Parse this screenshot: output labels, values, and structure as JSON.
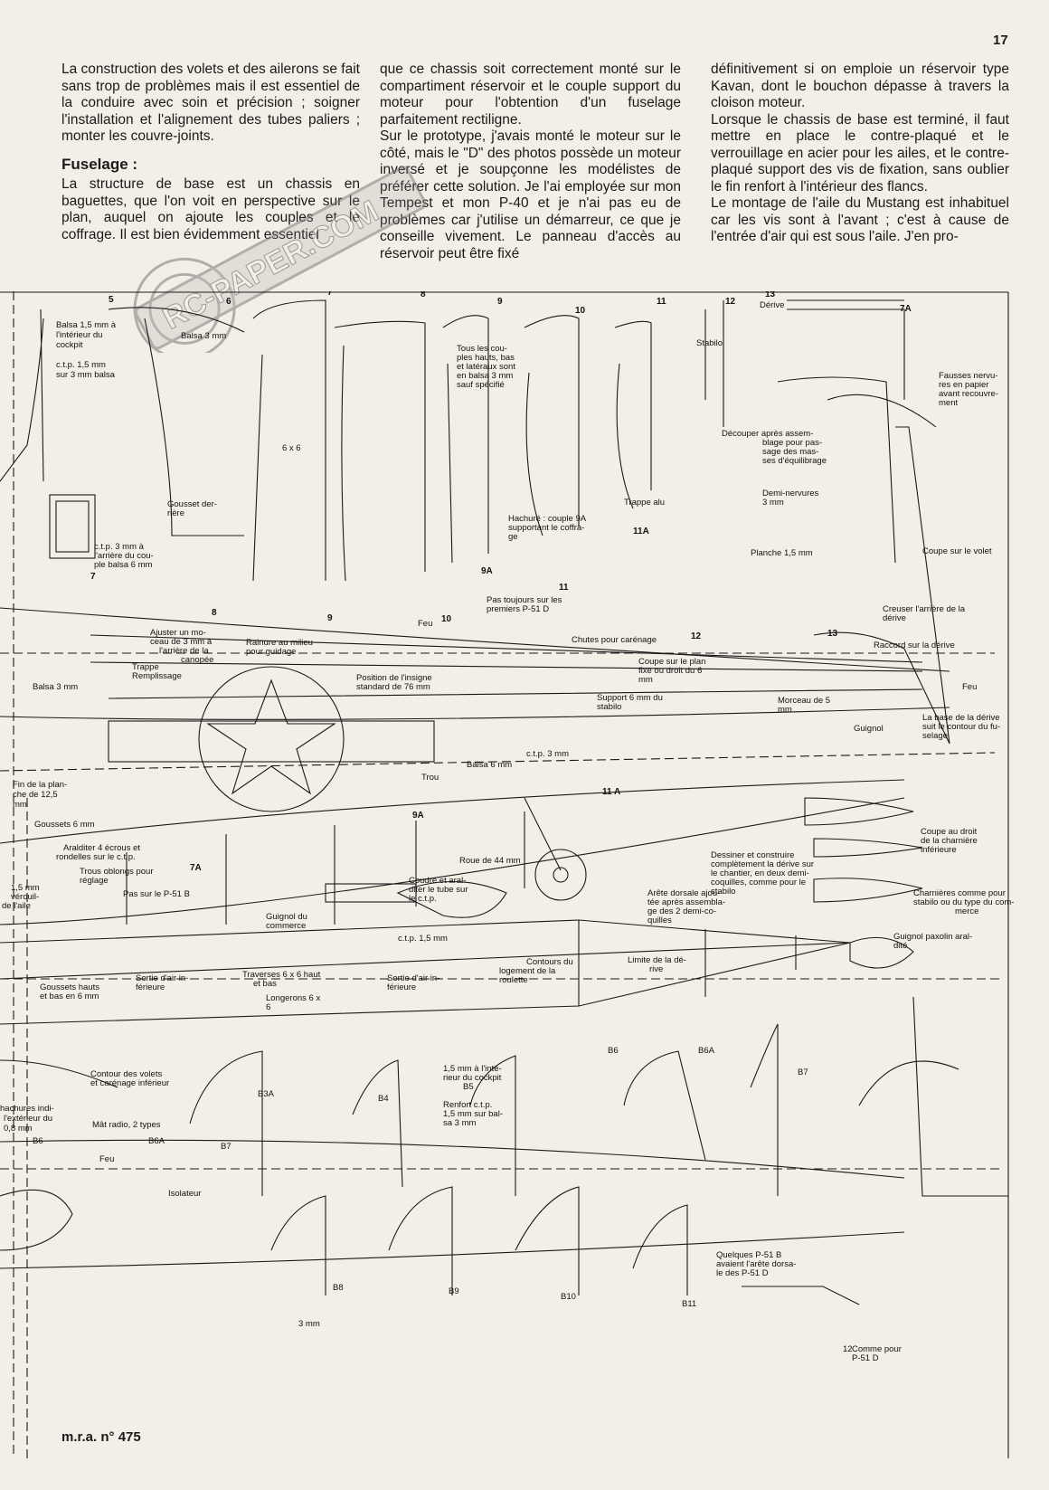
{
  "page_number": "17",
  "footer": "m.r.a. n° 475",
  "watermark": "RC-PAPER.COM",
  "columns": {
    "col1_p1": "La construction des volets et des ailerons se fait sans trop de problèmes mais il est essentiel de la conduire avec soin et précision ; soigner l'installation et l'alignement des tubes paliers ; monter les couvre-joints.",
    "col1_heading": "Fuselage :",
    "col1_p2": "La structure de base est un chassis en baguettes, que l'on voit en perspective sur le plan, auquel on ajoute les couples et le coffrage. Il est bien évidemment essentiel",
    "col2_p1": "que ce chassis soit correctement monté sur le compartiment réservoir et le couple support du moteur pour l'obtention d'un fuselage parfaitement rectiligne.",
    "col2_p2": "Sur le prototype, j'avais monté le moteur sur le côté, mais le \"D\" des photos possède un moteur inversé et je soupçonne les modélistes de préférer cette solution. Je l'ai employée sur mon Tempest et mon P-40 et je n'ai pas eu de problèmes car j'utilise un démarreur, ce que je conseille vivement. Le panneau d'accès au réservoir peut être fixé",
    "col3_p1": "définitivement si on emploie un réservoir type Kavan, dont le bouchon dépasse à travers la cloison moteur.",
    "col3_p2": "Lorsque le chassis de base est terminé, il faut mettre en place le contre-plaqué et le verrouillage en acier pour les ailes, et le contre-plaqué support des vis de fixation, sans oublier le fin renfort à l'intérieur des flancs.",
    "col3_p3": "Le montage de l'aile du Mustang est inhabituel car les vis sont à l'avant ; c'est à cause de l'entrée d'air qui est sous l'aile. J'en pro-"
  },
  "plan": {
    "former_numbers": [
      "5",
      "6",
      "7",
      "8",
      "9",
      "10",
      "11",
      "12",
      "13",
      "7A",
      "9A",
      "11A",
      "13",
      "10",
      "11",
      "12",
      "8",
      "9",
      "7",
      "7A",
      "9A",
      "11 A"
    ],
    "labels": {
      "balsa_cockpit": [
        "Balsa 1,5 mm à",
        "l'intérieur du",
        "cockpit"
      ],
      "ctp_balsa": [
        "c.t.p. 1,5 mm",
        "sur 3 mm balsa"
      ],
      "balsa3": "Balsa 3 mm",
      "tous_couples": [
        "Tous les cou-",
        "ples hauts, bas",
        "et latéraux sont",
        "en balsa 3 mm",
        "sauf spécifié"
      ],
      "derive": "Dérive",
      "stabilo": "Stabilo",
      "fausses": [
        "Fausses nervu-",
        "res en papier",
        "avant recouvre-",
        "ment"
      ],
      "decouper": [
        "Découper après assem-",
        "blage pour pas-",
        "sage des mas-",
        "ses d'équilibrage"
      ],
      "sixbysix": "6 x 6",
      "gousset": [
        "Gousset der-",
        "rière"
      ],
      "trappe_alu": "Trappe alu",
      "hachure": [
        "Hachuré : couple 9A",
        "supportant le coffra-",
        "ge"
      ],
      "demi_nervures": [
        "Demi-nervures",
        "3 mm"
      ],
      "planche": "Planche 1,5 mm",
      "coupe_volet": "Coupe sur le volet",
      "ctp3": [
        "c.t.p. 3 mm à",
        "l'arrière du cou-",
        "ple balsa 6 mm"
      ],
      "pas_toujours": [
        "Pas toujours sur les",
        "premiers P-51 D"
      ],
      "creuser": [
        "Creuser l'arrière de la",
        "dérive"
      ],
      "feu": "Feu",
      "chutes": "Chutes pour carénage",
      "raccord": "Raccord sur la dérive",
      "ajuster": [
        "Ajuster un mo-",
        "ceau de 3 mm à",
        "l'arrière de la",
        "canopée"
      ],
      "rainure": [
        "Rainure au milieu",
        "pour guidage"
      ],
      "trappe_remp": [
        "Trappe",
        "Remplissage"
      ],
      "coupe_plan": [
        "Coupe sur le plan",
        "fixe ou droit du 6",
        "mm"
      ],
      "position_insigne": [
        "Position de l'insigne",
        "standard de 76 mm"
      ],
      "support": [
        "Support 6 mm du",
        "stabilo"
      ],
      "morceau": [
        "Morceau de 5",
        "mm"
      ],
      "base_derive": [
        "La base de la dérive",
        "suit le contour du fu-",
        "selage"
      ],
      "guignol": "Guignol",
      "ctp3b": "c.t.p. 3 mm",
      "balsa6": "Balsa 6 mm",
      "trou": "Trou",
      "fin_planche": [
        "Fin de la plan-",
        "che de 12,5",
        "mm"
      ],
      "goussets6": "Goussets 6 mm",
      "araldite": [
        "Aralditer 4 écrous et",
        "rondelles sur le c.t.p."
      ],
      "trous_oblongs": [
        "Trous oblongs pour",
        "réglage"
      ],
      "verrou": [
        "1,5 mm",
        "vérouil-",
        "de l'aile"
      ],
      "pas_p51b": "Pas sur le P-51 B",
      "roue": "Roue de 44 mm",
      "dessiner": [
        "Dessiner et construire",
        "complètement la dérive sur",
        "le chantier, en deux demi-",
        "coquilles, comme pour le",
        "stabilo"
      ],
      "coupe_droit": [
        "Coupe au droit",
        "de la charnière",
        "inférieure"
      ],
      "coudre": [
        "Coudre et aral-",
        "diter le tube sur",
        "le c.t.p."
      ],
      "guignol_commerce": [
        "Guignol du",
        "commerce"
      ],
      "ctp15": "c.t.p. 1,5 mm",
      "arete": [
        "Arête dorsale ajou-",
        "tée après assembla-",
        "ge des 2 demi-co-",
        "quilles"
      ],
      "charnieres": [
        "Charnières comme pour",
        "stabilo ou du type du com-",
        "merce"
      ],
      "guignol_paxolin": [
        "Guignol paxolin aral-",
        "dité"
      ],
      "contours": [
        "Contours du",
        "logement de la",
        "roulette"
      ],
      "limite": [
        "Limite de la dé-",
        "rive"
      ],
      "goussets_hauts": [
        "Goussets hauts",
        "et bas en 6 mm"
      ],
      "sortie1": [
        "Sortie d'air in-",
        "férieure"
      ],
      "traverses": [
        "Traverses 6 x 6 haut",
        "et bas"
      ],
      "longerons": [
        "Longerons 6 x",
        "6"
      ],
      "sortie2": [
        "Sortie d'air in-",
        "férieure"
      ],
      "contour_volets": [
        "Contour des volets",
        "et carénage inférieur"
      ],
      "hachures": [
        "hachures indi-",
        "l'extérieur du",
        "0,8 mm"
      ],
      "mat_radio": "Mât radio, 2 types",
      "feu2": "Feu",
      "isolateur": "Isolateur",
      "cockpit15": [
        "1,5 mm à l'inté-",
        "rieur du cockpit"
      ],
      "renfort": [
        "Renfort c.t.p.",
        "1,5 mm sur bal-",
        "sa 3 mm"
      ],
      "quelques": [
        "Quelques P-51 B",
        "avaient l'arête dorsa-",
        "le des P-51 D"
      ],
      "comme_p51d": [
        "Comme pour",
        "P-51 D"
      ],
      "threemm": "3 mm",
      "b_labels": [
        "B3A",
        "B4",
        "B5",
        "B6",
        "B6A",
        "B7",
        "B8",
        "B9",
        "B10",
        "B11",
        "B6",
        "B6A",
        "B7",
        "12"
      ]
    }
  }
}
